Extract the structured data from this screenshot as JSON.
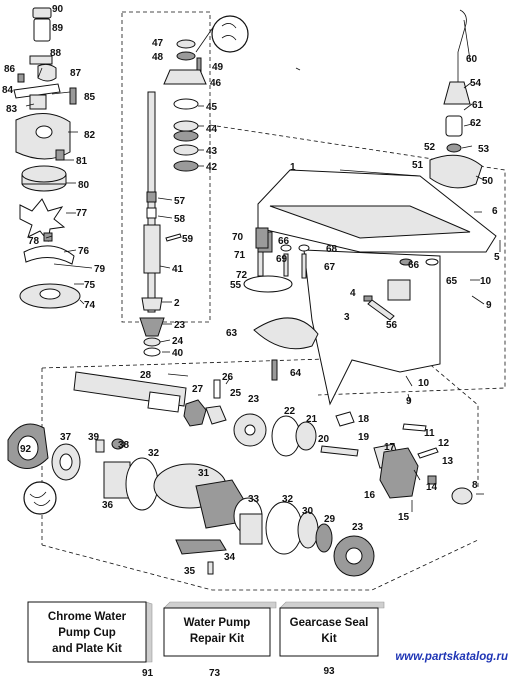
{
  "callouts": [
    "90",
    "89",
    "88",
    "86",
    "87",
    "84",
    "85",
    "83",
    "82",
    "81",
    "80",
    "77",
    "78",
    "76",
    "79",
    "75",
    "74",
    "47",
    "48",
    "49",
    "46",
    "45",
    "44",
    "43",
    "42",
    "57",
    "58",
    "59",
    "41",
    "2",
    "23",
    "24",
    "40",
    "70",
    "71",
    "72",
    "66",
    "69",
    "68",
    "67",
    "1",
    "6",
    "5",
    "66",
    "65",
    "10",
    "9",
    "4",
    "3",
    "56",
    "55",
    "63",
    "64",
    "60",
    "54",
    "61",
    "62",
    "52",
    "53",
    "51",
    "50",
    "28",
    "27",
    "26",
    "25",
    "23",
    "22",
    "21",
    "18",
    "19",
    "20",
    "17",
    "11",
    "12",
    "13",
    "14",
    "8",
    "16",
    "15",
    "92",
    "37",
    "39",
    "38",
    "32",
    "31",
    "36",
    "33",
    "32",
    "30",
    "29",
    "23",
    "34",
    "35",
    "10",
    "9"
  ],
  "kits": [
    {
      "title_lines": [
        "Chrome Water",
        "Pump Cup",
        "and Plate Kit"
      ],
      "number": "91"
    },
    {
      "title_lines": [
        "Water Pump",
        "Repair Kit"
      ],
      "number": "73"
    },
    {
      "title_lines": [
        "Gearcase Seal",
        "Kit"
      ],
      "number": "93"
    }
  ],
  "watermark": "www.partskatalog.ru"
}
